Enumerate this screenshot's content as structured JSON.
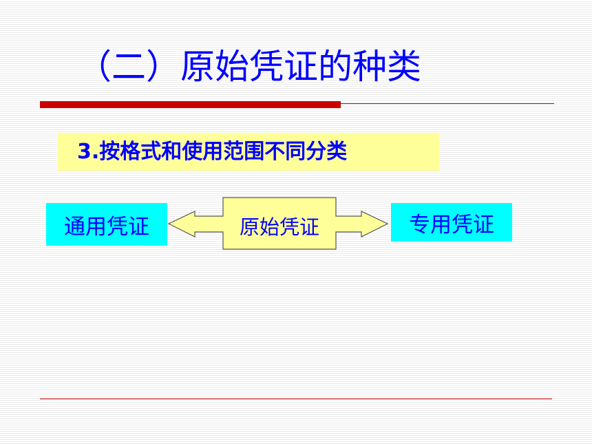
{
  "slide": {
    "title": "（二）原始凭证的种类",
    "subtitle": "3.按格式和使用范围不同分类"
  },
  "diagram": {
    "center": "原始凭证",
    "left": "通用凭证",
    "right": "专用凭证"
  },
  "colors": {
    "text": "#0000ff",
    "accent_rule": "#cc0000",
    "subtitle_fill": "#ffff99",
    "center_fill": "#ffff99",
    "side_box_fill": "#00ffff"
  }
}
